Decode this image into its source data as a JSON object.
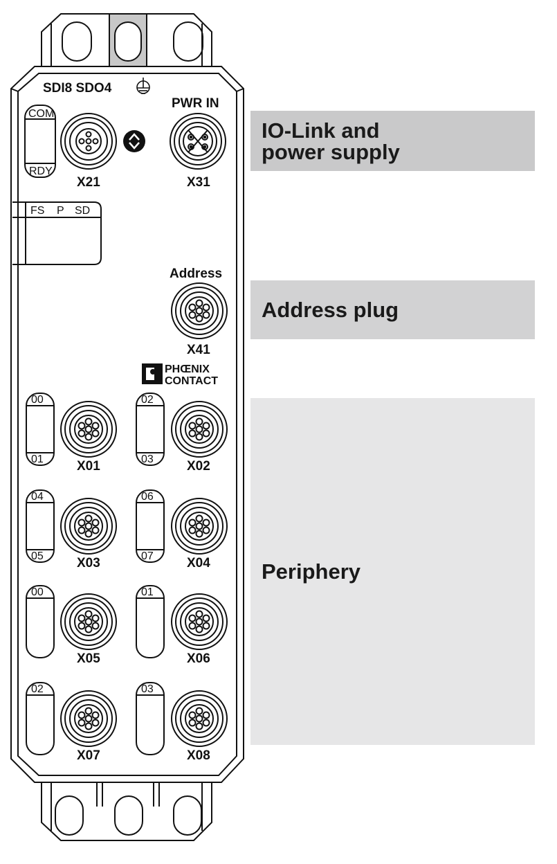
{
  "device": {
    "model": "SDI8 SDO4",
    "ground_symbol": "ground-icon",
    "brand_line1": "PHŒNIX",
    "brand_line2": "CONTACT",
    "leds_top": {
      "top": "COM",
      "bottom": "RDY"
    },
    "status_leds": [
      "FS",
      "P",
      "SD"
    ],
    "connectors": {
      "x21": "X21",
      "x31": "X31",
      "x31_title": "PWR IN",
      "x41": "X41",
      "x41_title": "Address"
    },
    "ports": [
      {
        "label": "X01",
        "led_top": "00",
        "led_bottom": "01"
      },
      {
        "label": "X02",
        "led_top": "02",
        "led_bottom": "03"
      },
      {
        "label": "X03",
        "led_top": "04",
        "led_bottom": "05"
      },
      {
        "label": "X04",
        "led_top": "06",
        "led_bottom": "07"
      },
      {
        "label": "X05",
        "led_top": "00",
        "led_bottom": ""
      },
      {
        "label": "X06",
        "led_top": "01",
        "led_bottom": ""
      },
      {
        "label": "X07",
        "led_top": "02",
        "led_bottom": ""
      },
      {
        "label": "X08",
        "led_top": "03",
        "led_bottom": ""
      }
    ]
  },
  "regions": {
    "io_link": "IO-Link and\npower supply",
    "address": "Address plug",
    "periphery": "Periphery"
  },
  "colors": {
    "io_link_bar": "#c9c9ca",
    "address_bar": "#d2d2d3",
    "periphery_bar": "#e6e6e7",
    "ground_tab": "#c8c8c8"
  }
}
